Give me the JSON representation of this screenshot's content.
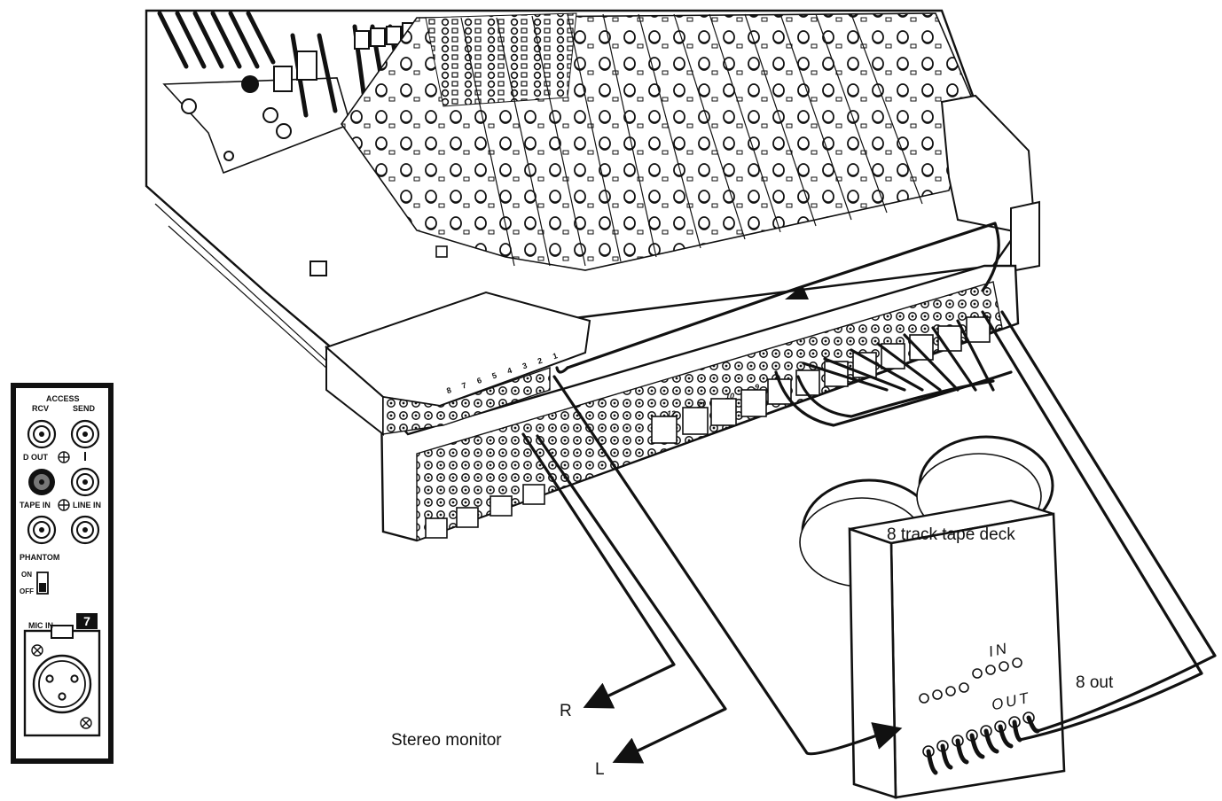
{
  "labels": {
    "deck": "8 track tape deck",
    "deck_in": "IN",
    "deck_out": "OUT",
    "eight_out": "8 out",
    "stereo_monitor": "Stereo monitor",
    "right": "R",
    "left": "L"
  },
  "channel_panel": {
    "access": "ACCESS",
    "rcv": "RCV",
    "send": "SEND",
    "d_out": "D OUT",
    "tape_in": "TAPE IN",
    "line_in": "LINE IN",
    "phantom": "PHANTOM",
    "on": "ON",
    "off": "OFF",
    "mic_in": "MIC IN",
    "channel_number": "7"
  },
  "rear_channel_numbers": [
    "8",
    "7",
    "6",
    "5",
    "4",
    "3",
    "2",
    "1"
  ],
  "rear_xlr_numbers": [
    "12",
    "11",
    "10",
    "9"
  ]
}
